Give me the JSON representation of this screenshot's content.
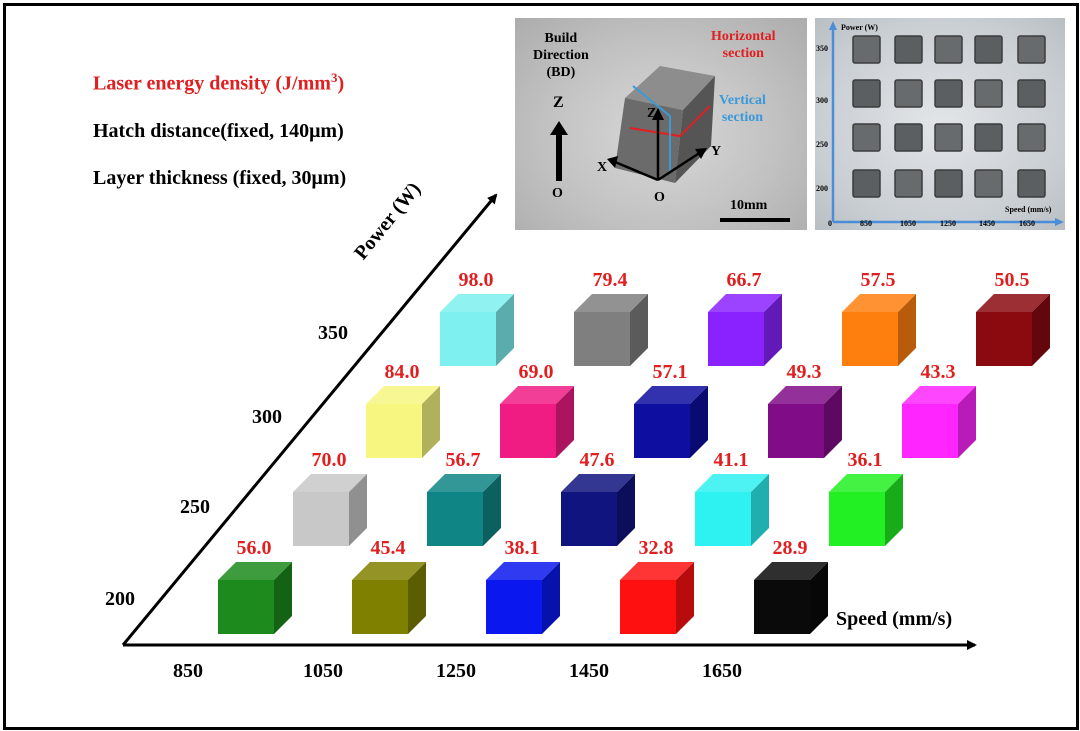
{
  "legend": {
    "line1_prefix": "Laser energy density (J/mm",
    "line1_sup": "3",
    "line1_suffix": ")",
    "line2": "Hatch distance(fixed, 140μm)",
    "line3": "Layer thickness (fixed, 30μm)"
  },
  "colors": {
    "energy_label": "#e02020",
    "vertical_section": "#3a9ad9",
    "horizontal_section": "#e02020"
  },
  "axes": {
    "power_label": "Power (W)",
    "speed_label": "Speed (mm/s)",
    "power_ticks": [
      "200",
      "250",
      "300",
      "350"
    ],
    "speed_ticks": [
      "850",
      "1050",
      "1250",
      "1450",
      "1650"
    ]
  },
  "cubes": [
    {
      "power": "200",
      "speed": "850",
      "energy": "56.0",
      "color": "#1c8a1c"
    },
    {
      "power": "200",
      "speed": "1050",
      "energy": "45.4",
      "color": "#808000"
    },
    {
      "power": "200",
      "speed": "1250",
      "energy": "38.1",
      "color": "#0a17ee"
    },
    {
      "power": "200",
      "speed": "1450",
      "energy": "32.8",
      "color": "#ff1010"
    },
    {
      "power": "200",
      "speed": "1650",
      "energy": "28.9",
      "color": "#0a0a0a"
    },
    {
      "power": "250",
      "speed": "850",
      "energy": "70.0",
      "color": "#c8c8c8"
    },
    {
      "power": "250",
      "speed": "1050",
      "energy": "56.7",
      "color": "#0f8585"
    },
    {
      "power": "250",
      "speed": "1250",
      "energy": "47.6",
      "color": "#10147f"
    },
    {
      "power": "250",
      "speed": "1450",
      "energy": "41.1",
      "color": "#2ef1f1"
    },
    {
      "power": "250",
      "speed": "1650",
      "energy": "36.1",
      "color": "#22f022"
    },
    {
      "power": "300",
      "speed": "850",
      "energy": "84.0",
      "color": "#f6f681"
    },
    {
      "power": "300",
      "speed": "1050",
      "energy": "69.0",
      "color": "#f01c84"
    },
    {
      "power": "300",
      "speed": "1250",
      "energy": "57.1",
      "color": "#0e0ea0"
    },
    {
      "power": "300",
      "speed": "1450",
      "energy": "49.3",
      "color": "#810c87"
    },
    {
      "power": "300",
      "speed": "1650",
      "energy": "43.3",
      "color": "#ff25ff"
    },
    {
      "power": "350",
      "speed": "850",
      "energy": "98.0",
      "color": "#7ef0f0"
    },
    {
      "power": "350",
      "speed": "1050",
      "energy": "79.4",
      "color": "#7f7f7f"
    },
    {
      "power": "350",
      "speed": "1250",
      "energy": "66.7",
      "color": "#8a22ff"
    },
    {
      "power": "350",
      "speed": "1450",
      "energy": "57.5",
      "color": "#ff7f0e"
    },
    {
      "power": "350",
      "speed": "1650",
      "energy": "50.5",
      "color": "#8b0a10"
    }
  ],
  "photo_cube": {
    "build_direction": [
      "Build",
      "Direction",
      "(BD)"
    ],
    "horizontal_section": [
      "Horizontal",
      "section"
    ],
    "vertical_section": [
      "Vertical",
      "section"
    ],
    "axis_z": "Z",
    "axis_o": "O",
    "axis_x": "X",
    "axis_y": "Y",
    "axis_z_cube": "Z",
    "axis_o_cube": "O",
    "scale_bar": "10mm"
  },
  "photo_grid": {
    "ylabel": "Power (W)",
    "xlabel": "Speed (mm/s)",
    "y_ticks": [
      "350",
      "300",
      "250",
      "200"
    ],
    "x_ticks": [
      "0",
      "850",
      "1050",
      "1250",
      "1450",
      "1650"
    ]
  }
}
